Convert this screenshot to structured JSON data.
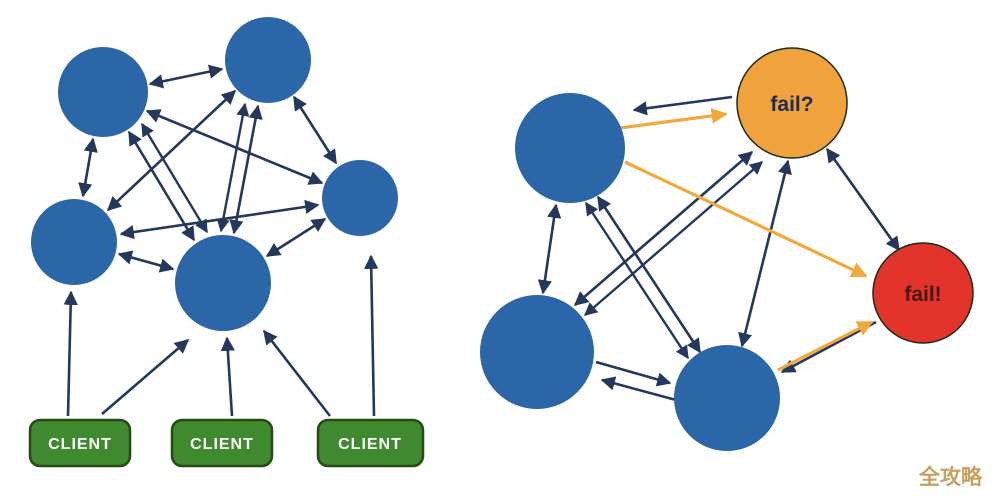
{
  "colors": {
    "background": "#ffffff",
    "node_blue": "#2b66a9",
    "node_orange": "#f0a23c",
    "node_red": "#e2342a",
    "node_border_dark": "#1c2b14",
    "arrow_dark": "#24385c",
    "arrow_orange": "#f2a93b",
    "client_green": "#3f8a2e",
    "client_border": "#234d14",
    "client_text": "#ffffff",
    "fail_suspect_text": "#1f2d4e",
    "fail_confirmed_text": "#4a150d",
    "watermark": "#c9a05e"
  },
  "left_graph": {
    "clients": [
      {
        "label": "CLIENT"
      },
      {
        "label": "CLIENT"
      },
      {
        "label": "CLIENT"
      }
    ]
  },
  "right_graph": {
    "fail_suspect": {
      "label": "fail?"
    },
    "fail_confirmed": {
      "label": "fail!"
    }
  },
  "watermark": {
    "text": "全攻略"
  }
}
